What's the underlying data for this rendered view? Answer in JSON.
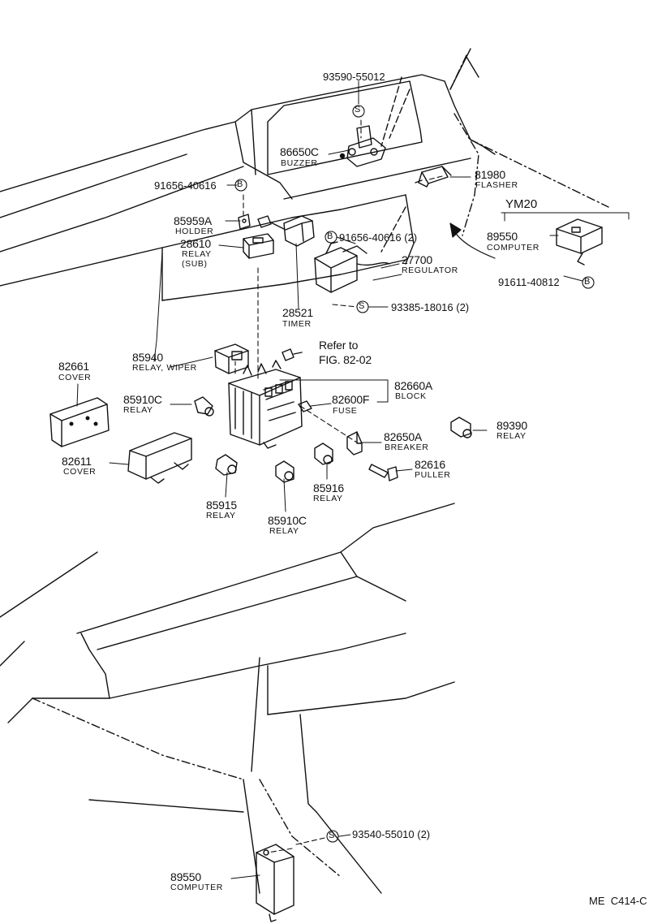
{
  "diagram": {
    "code": "ME  C414-C",
    "model": "YM20",
    "refer_line1": "Refer to",
    "refer_line2": "FIG. 82-02",
    "callouts": {
      "bolt_top": "93590-55012",
      "buzzer_no": "86650C",
      "buzzer_nm": "BUZZER",
      "flasher_no": "81980",
      "flasher_nm": "FLASHER",
      "screw_left": "91656-40616",
      "holder_no": "85959A",
      "holder_nm": "HOLDER",
      "screw_right": "91656-40616 (2)",
      "relay_sub_no": "28610",
      "relay_sub_nm": "RELAY",
      "relay_sub_nm2": "(SUB)",
      "computer_r_no": "89550",
      "computer_r_nm": "COMPUTER",
      "regulator_no": "27700",
      "regulator_nm": "REGULATOR",
      "bolt_r": "91611-40812",
      "timer_no": "28521",
      "timer_nm": "TIMER",
      "screw_timer": "93385-18016 (2)",
      "relay_wiper_no": "85940",
      "relay_wiper_nm": "RELAY, WIPER",
      "cover_l_no": "82661",
      "cover_l_nm": "COVER",
      "block_no": "82660A",
      "block_nm": "BLOCK",
      "relay_c1_no": "85910C",
      "relay_c1_nm": "RELAY",
      "fuse_no": "82600F",
      "fuse_nm": "FUSE",
      "relay_89390_no": "89390",
      "relay_89390_nm": "RELAY",
      "breaker_no": "82650A",
      "breaker_nm": "BREAKER",
      "cover_b_no": "82611",
      "cover_b_nm": "COVER",
      "puller_no": "82616",
      "puller_nm": "PULLER",
      "relay_85916_no": "85916",
      "relay_85916_nm": "RELAY",
      "relay_85915_no": "85915",
      "relay_85915_nm": "RELAY",
      "relay_c2_no": "85910C",
      "relay_c2_nm": "RELAY",
      "screw_bottom": "93540-55010 (2)",
      "computer_b_no": "89550",
      "computer_b_nm": "COMPUTER"
    }
  }
}
